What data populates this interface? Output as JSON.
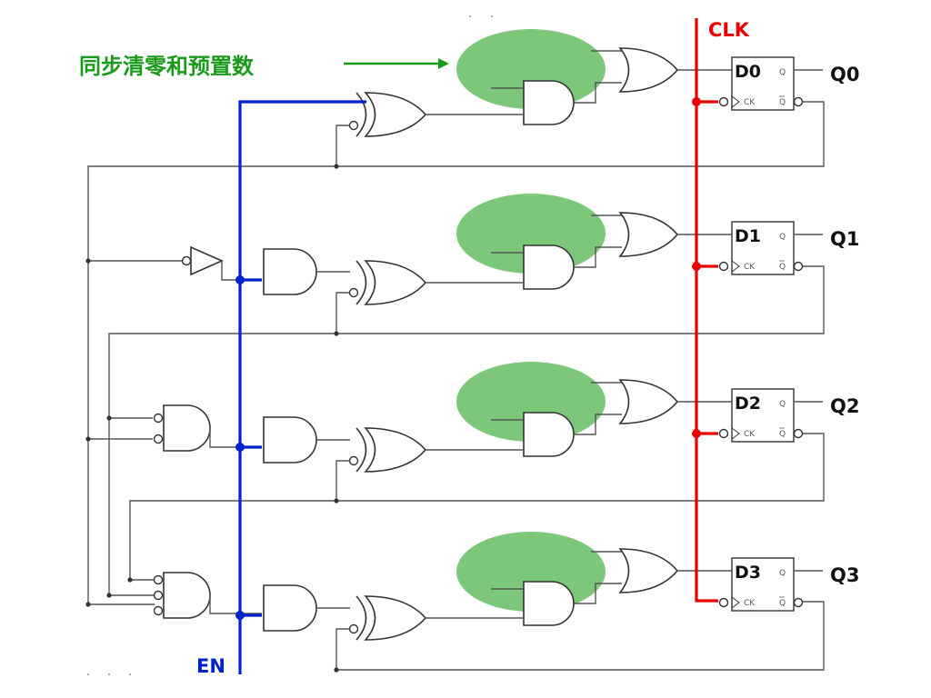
{
  "annotation": {
    "text": "同步清零和预置数",
    "color": "#1a9a1a"
  },
  "clock": {
    "label": "CLK",
    "color": "#e60000"
  },
  "enable": {
    "label": "EN",
    "color": "#0022cc"
  },
  "highlight_color": "#7dc77a",
  "flipflop": {
    "clock_pin": "CK",
    "q_pin": "Q"
  },
  "stages": [
    {
      "d_label": "D0",
      "output": "Q0"
    },
    {
      "d_label": "D1",
      "output": "Q1"
    },
    {
      "d_label": "D2",
      "output": "Q2"
    },
    {
      "d_label": "D3",
      "output": "Q3"
    }
  ]
}
